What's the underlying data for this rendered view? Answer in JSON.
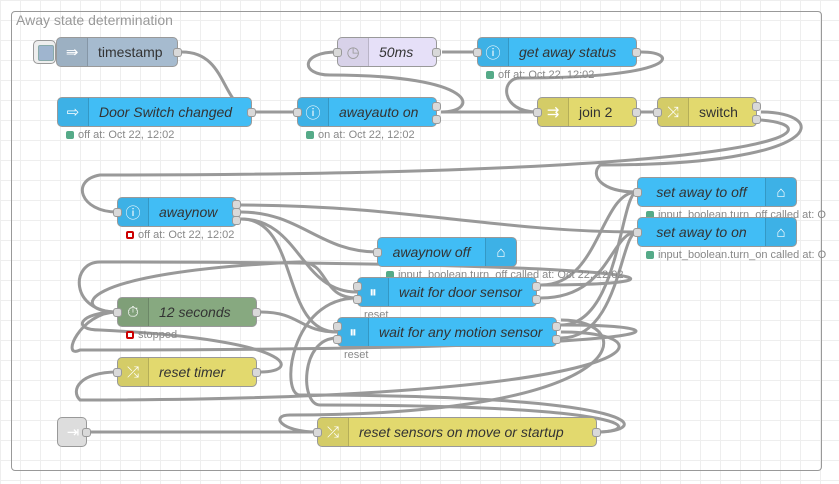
{
  "group": {
    "label": "Away state determination"
  },
  "colors": {
    "inject": "#a6bbcf",
    "ha": "#41bdf5",
    "delay": "#e6e0f8",
    "join": "#e2d96e",
    "trigger": "#87a980",
    "change": "#e2d96e",
    "link": "#dddddd",
    "wire": "#999999"
  },
  "nodes": {
    "timestamp": {
      "label": "timestamp",
      "icon": "inject-icon"
    },
    "delay50": {
      "label": "50ms",
      "icon": "clock-icon"
    },
    "get_away": {
      "label": "get away status",
      "icon": "info-icon",
      "status": "off at: Oct 22, 12:02"
    },
    "door_switch": {
      "label": "Door Switch changed",
      "icon": "event-icon",
      "status": "off at: Oct 22, 12:02"
    },
    "awayauto": {
      "label": "awayauto on",
      "icon": "info-icon",
      "status": "on at: Oct 22, 12:02"
    },
    "join2": {
      "label": "join 2",
      "icon": "join-icon"
    },
    "switch": {
      "label": "switch",
      "icon": "switch-icon"
    },
    "awaynow": {
      "label": "awaynow",
      "icon": "info-icon",
      "status": "off at: Oct 22, 12:02"
    },
    "set_off": {
      "label": "set away to off",
      "icon": "service-icon",
      "status": "input_boolean.turn_off called at: O"
    },
    "set_on": {
      "label": "set away to on",
      "icon": "service-icon",
      "status": "input_boolean.turn_on called at: O"
    },
    "awaynow_off": {
      "label": "awaynow off",
      "icon": "service-icon",
      "status": "input_boolean.turn_off called at: Oct 22, 12:02"
    },
    "wait_door": {
      "label": "wait for door sensor",
      "icon": "pause-icon",
      "port_label": "reset"
    },
    "twelve": {
      "label": "12 seconds",
      "icon": "stopwatch-icon",
      "status": "stopped"
    },
    "wait_motion": {
      "label": "wait for any motion sensor",
      "icon": "pause-icon",
      "port_label": "reset"
    },
    "reset_timer": {
      "label": "reset timer",
      "icon": "shuffle-icon"
    },
    "link_in": {
      "icon": "link-in-icon"
    },
    "reset_sensors": {
      "label": "reset sensors on move or startup",
      "icon": "shuffle-icon"
    }
  }
}
